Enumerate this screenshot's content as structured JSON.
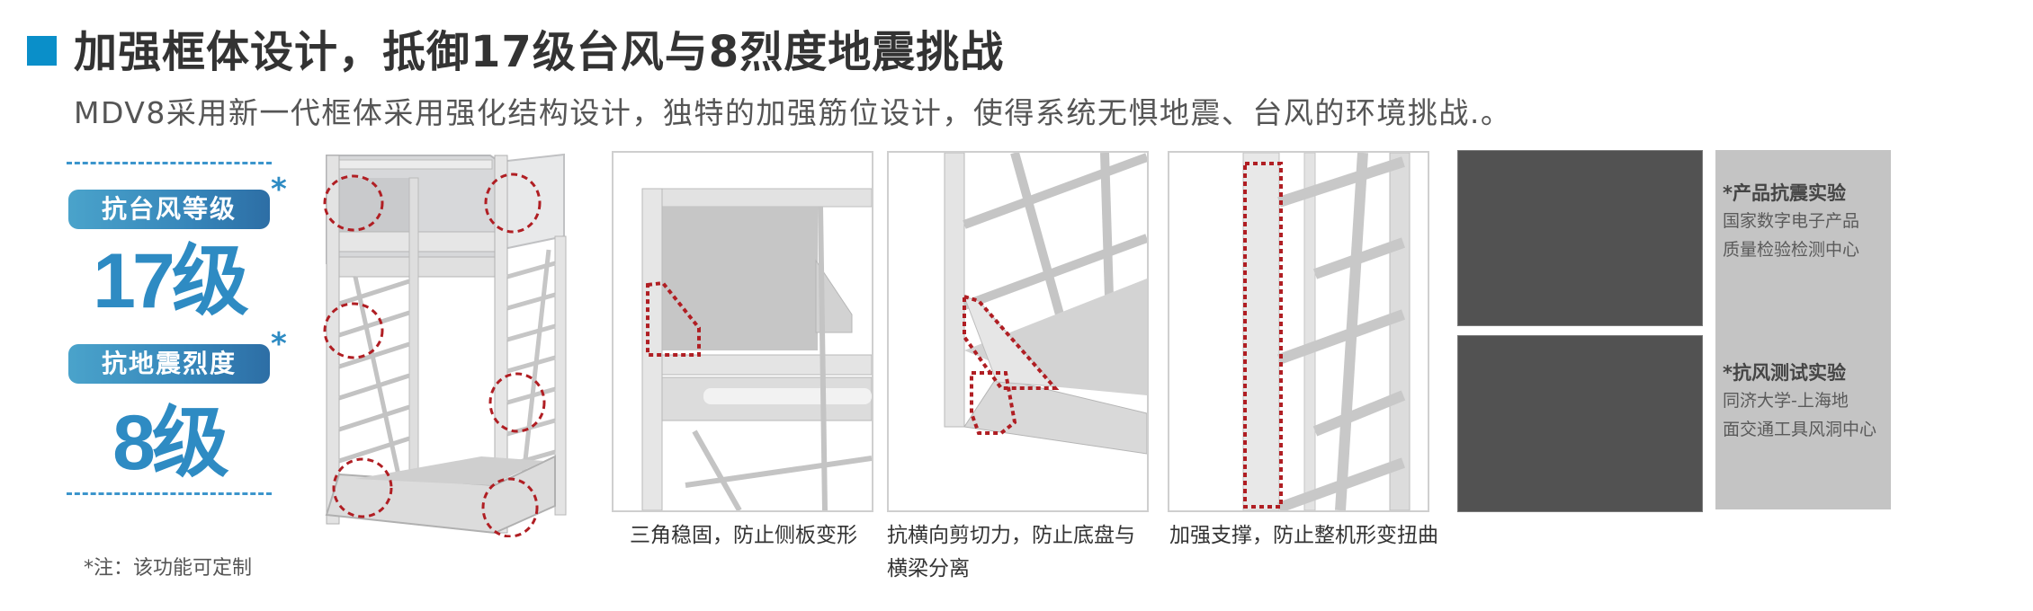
{
  "header": {
    "title": "加强框体设计，抵御17级台风与8烈度地震挑战",
    "subtitle": "MDV8采用新一代框体采用强化结构设计，独特的加强筋位设计，使得系统无惧地震、台风的环境挑战.。",
    "accent_color": "#0a8fc9"
  },
  "ratings": {
    "typhoon": {
      "label": "抗台风等级",
      "value": "17级",
      "asterisk": "*"
    },
    "earthquake": {
      "label": "抗地震烈度",
      "value": "8级",
      "asterisk": "*"
    },
    "value_color": "#2e8bc3",
    "note": "*注：该功能可定制"
  },
  "images": {
    "cabinet": {
      "icon": "cabinet-frame-illustration",
      "highlight_color": "#b01e23"
    },
    "details": [
      {
        "icon": "triangle-bracket-detail",
        "caption": "三角稳固，防止侧板变形"
      },
      {
        "icon": "shear-brace-detail",
        "caption": "抗横向剪切力，防止底盘与横梁分离"
      },
      {
        "icon": "vertical-support-detail",
        "caption": "加强支撑，防止整机形变扭曲"
      }
    ]
  },
  "tests": [
    {
      "heading": "*产品抗震实验",
      "lines": [
        "国家数字电子产品",
        "质量检验检测中心"
      ]
    },
    {
      "heading": "*抗风测试实验",
      "lines": [
        "同济大学-上海地",
        "面交通工具风洞中心"
      ]
    }
  ]
}
